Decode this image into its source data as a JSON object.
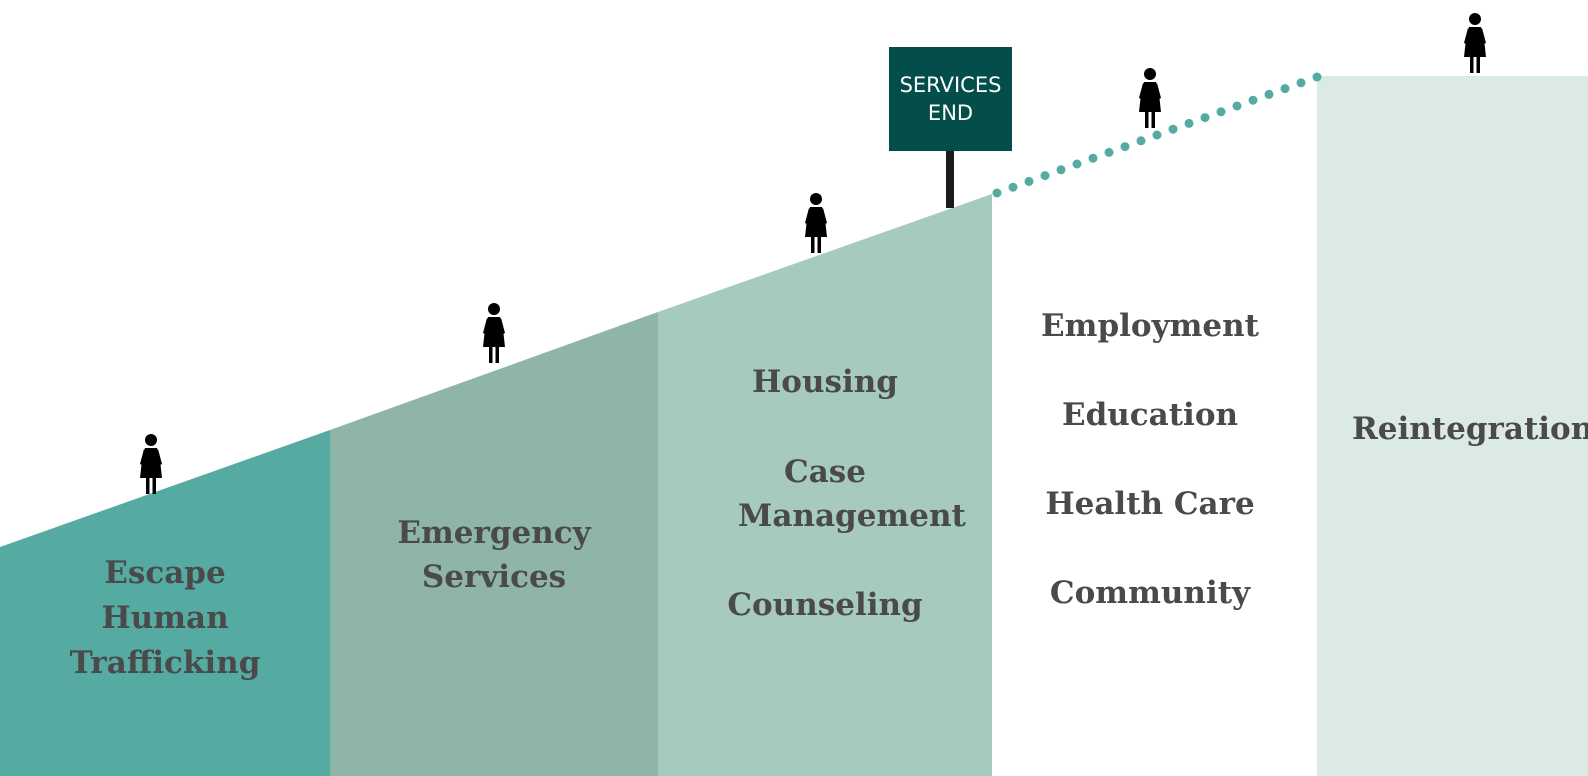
{
  "colors": {
    "stage1": "#55aba2",
    "stage2": "#8fb4aa",
    "stage3": "#a6cac0",
    "stage5": "#dbeae5",
    "sign": "#034d4a",
    "dots": "#55aba2",
    "figure": "#000000",
    "text": "#4a4a4a"
  },
  "icons": {
    "person": "woman-figure-icon"
  },
  "stages": [
    {
      "id": "escape",
      "lines": [
        "Escape",
        "Human",
        "Trafficking"
      ]
    },
    {
      "id": "emergency",
      "lines": [
        "Emergency",
        "Services"
      ]
    },
    {
      "id": "support",
      "items": [
        "Housing",
        "Case Management",
        "Counseling"
      ]
    },
    {
      "id": "gap",
      "items": [
        "Employment",
        "Education",
        "Health Care",
        "Community"
      ]
    },
    {
      "id": "reintegration",
      "lines": [
        "Reintegration"
      ]
    }
  ],
  "sign": {
    "line1": "SERVICES",
    "line2": "END"
  }
}
